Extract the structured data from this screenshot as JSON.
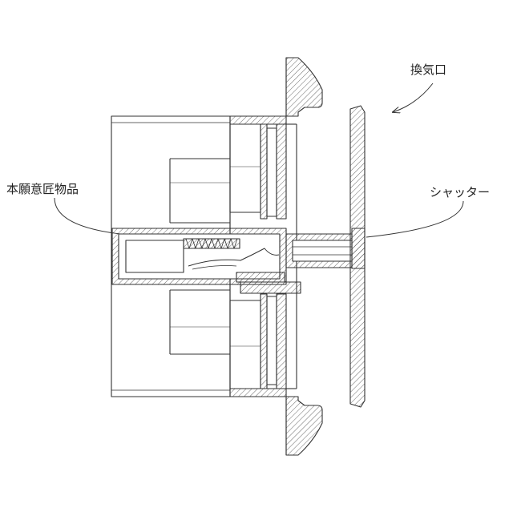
{
  "labels": {
    "vent": "換気口",
    "product": "本願意匠物品",
    "shutter": "シャッター"
  },
  "colors": {
    "line": "#333333",
    "background": "#ffffff"
  }
}
